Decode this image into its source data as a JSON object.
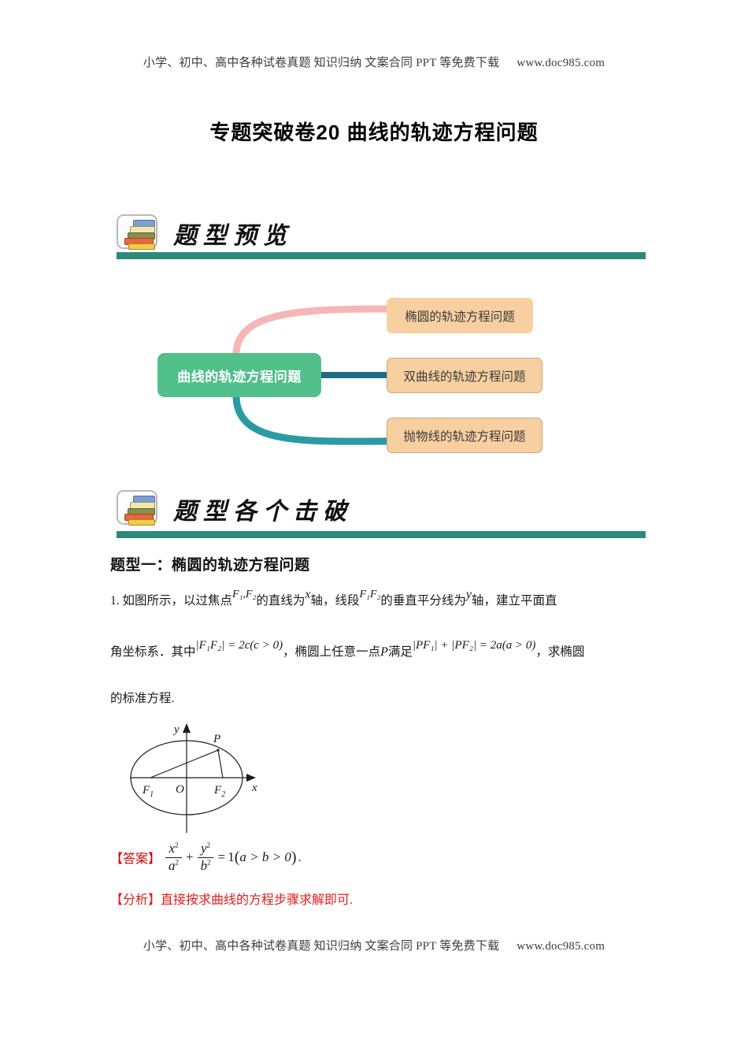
{
  "page": {
    "running_header": "小学、初中、高中各种试卷真题 知识归纳 文案合同 PPT 等免费下载",
    "running_header_url": "www.doc985.com",
    "running_footer": "小学、初中、高中各种试卷真题 知识归纳 文案合同 PPT 等免费下载",
    "running_footer_url": "www.doc985.com",
    "title": "专题突破卷20 曲线的轨迹方程问题"
  },
  "sections": [
    {
      "icon": "stack-of-books-icon",
      "heading": "题型预览",
      "bar_color": "#2c8a7d"
    },
    {
      "icon": "stack-of-books-icon",
      "heading": "题型各个击破",
      "bar_color": "#2c8a7d"
    }
  ],
  "mindmap": {
    "root": {
      "label": "曲线的轨迹方程问题",
      "fill": "#52c08a",
      "text_color": "#ffffff"
    },
    "children": [
      {
        "label": "椭圆的轨迹方程问题",
        "fill": "#f8cfa0",
        "connector_color": "#f5b6b6"
      },
      {
        "label": "双曲线的轨迹方程问题",
        "fill": "#f8cfa0",
        "connector_color": "#1d6b87"
      },
      {
        "label": "抛物线的轨迹方程问题",
        "fill": "#f8cfa0",
        "connector_color": "#2a9aa5"
      }
    ]
  },
  "question_type_heading": "题型一：椭圆的轨迹方程问题",
  "problem": {
    "number": "1.",
    "line1_a": "如图所示，以过焦点",
    "line1_math1": "F₁,F₂",
    "line1_b": "的直线为",
    "line1_math2": "x",
    "line1_c": "轴，线段",
    "line1_math3": "F₁F₂",
    "line1_d": "的垂直平分线为",
    "line1_math4": "y",
    "line1_e": "轴，建立平面直",
    "line2_a": "角坐标系．其中",
    "line2_math1": "|F₁F₂| = 2c(c > 0)",
    "line2_b": "，椭圆上任意一点",
    "line2_math2": "P",
    "line2_c": "满足",
    "line2_math3": "|PF₁| + |PF₂| = 2a(a > 0)",
    "line2_d": "，求椭圆",
    "line3": "的标准方程."
  },
  "figure": {
    "name": "ellipse-with-foci-diagram",
    "axis_x_label": "x",
    "axis_y_label": "y",
    "origin_label": "O",
    "focus1_label": "F",
    "focus1_sub": "1",
    "focus2_label": "F",
    "focus2_sub": "2",
    "point_label": "P"
  },
  "answer": {
    "tag": "【答案】",
    "equation_parts": {
      "num1": "x",
      "num1_sup": "2",
      "den1": "a",
      "den1_sup": "2",
      "plus": "+",
      "num2": "y",
      "num2_sup": "2",
      "den2": "b",
      "den2_sup": "2",
      "equals": "=",
      "rhs": "1",
      "condition": "a > b > 0"
    },
    "period": "."
  },
  "analysis": {
    "tag": "【分析】",
    "text": "直接按求曲线的方程步骤求解即可."
  },
  "colors": {
    "answer_red": "#d00000",
    "analysis_red": "#e01b1b",
    "banner_bar": "#2c8a7d",
    "root_green": "#52c08a",
    "child_orange": "#f8cfa0"
  }
}
